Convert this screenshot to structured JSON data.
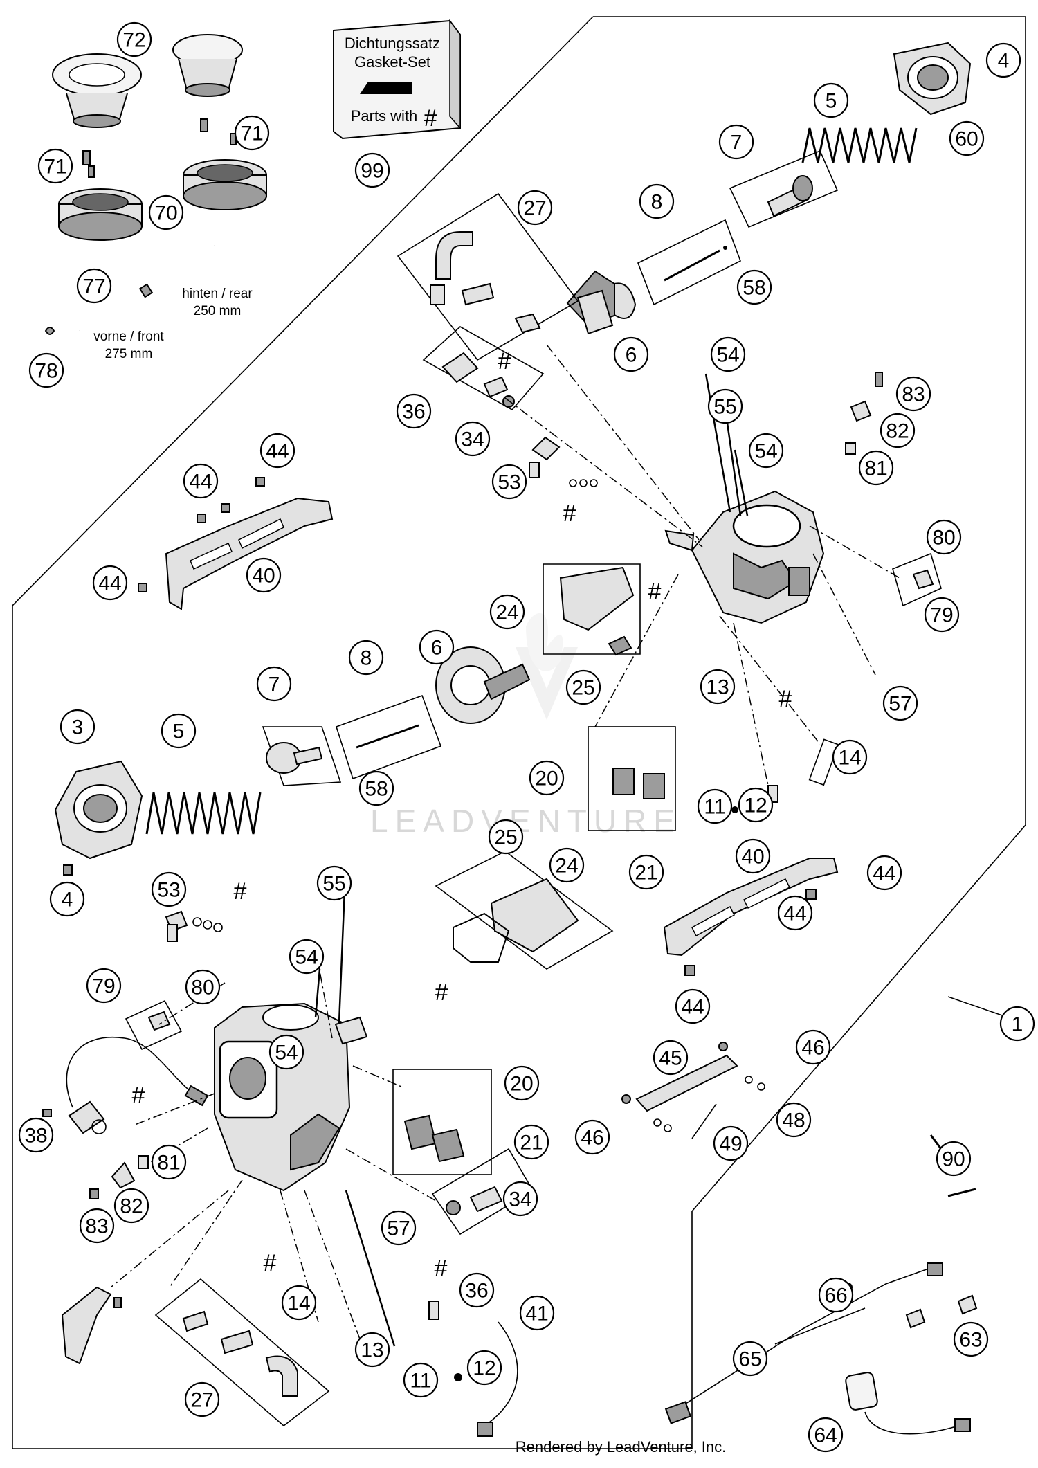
{
  "kit": {
    "line1": "Dichtungssatz",
    "line2": "Gasket-Set",
    "line3": "Parts with",
    "hash": "#"
  },
  "hose_labels": {
    "rear": "hinten / rear",
    "rear_len": "250 mm",
    "front": "vorne / front",
    "front_len": "275 mm"
  },
  "hash_symbol": "#",
  "watermark": "LEADVENTURE",
  "credit": "Rendered by LeadVenture, Inc.",
  "callouts": [
    {
      "id": "c72a",
      "label": "72"
    },
    {
      "id": "c71a",
      "label": "71"
    },
    {
      "id": "c71b",
      "label": "71"
    },
    {
      "id": "c70",
      "label": "70"
    },
    {
      "id": "c99",
      "label": "99"
    },
    {
      "id": "c77",
      "label": "77"
    },
    {
      "id": "c78",
      "label": "78"
    },
    {
      "id": "c4a",
      "label": "4"
    },
    {
      "id": "c5a",
      "label": "5"
    },
    {
      "id": "c60",
      "label": "60"
    },
    {
      "id": "c7a",
      "label": "7"
    },
    {
      "id": "c8a",
      "label": "8"
    },
    {
      "id": "c58a",
      "label": "58"
    },
    {
      "id": "c27a",
      "label": "27"
    },
    {
      "id": "c6a",
      "label": "6"
    },
    {
      "id": "c36a",
      "label": "36"
    },
    {
      "id": "c34a",
      "label": "34"
    },
    {
      "id": "c53a",
      "label": "53"
    },
    {
      "id": "c54a",
      "label": "54"
    },
    {
      "id": "c55a",
      "label": "55"
    },
    {
      "id": "c54b",
      "label": "54"
    },
    {
      "id": "c83a",
      "label": "83"
    },
    {
      "id": "c82a",
      "label": "82"
    },
    {
      "id": "c81a",
      "label": "81"
    },
    {
      "id": "c44a",
      "label": "44"
    },
    {
      "id": "c44b",
      "label": "44"
    },
    {
      "id": "c44c",
      "label": "44"
    },
    {
      "id": "c40a",
      "label": "40"
    },
    {
      "id": "c80a",
      "label": "80"
    },
    {
      "id": "c79a",
      "label": "79"
    },
    {
      "id": "c24a",
      "label": "24"
    },
    {
      "id": "c25a",
      "label": "25"
    },
    {
      "id": "c13a",
      "label": "13"
    },
    {
      "id": "c57a",
      "label": "57"
    },
    {
      "id": "c3",
      "label": "3"
    },
    {
      "id": "c5b",
      "label": "5"
    },
    {
      "id": "c7b",
      "label": "7"
    },
    {
      "id": "c8b",
      "label": "8"
    },
    {
      "id": "c6b",
      "label": "6"
    },
    {
      "id": "c58b",
      "label": "58"
    },
    {
      "id": "c4b",
      "label": "4"
    },
    {
      "id": "c11a",
      "label": "11"
    },
    {
      "id": "c14a",
      "label": "14"
    },
    {
      "id": "c12a",
      "label": "12"
    },
    {
      "id": "c20a",
      "label": "20"
    },
    {
      "id": "c21a",
      "label": "21"
    },
    {
      "id": "c25b",
      "label": "25"
    },
    {
      "id": "c24b",
      "label": "24"
    },
    {
      "id": "c40b",
      "label": "40"
    },
    {
      "id": "c44d",
      "label": "44"
    },
    {
      "id": "c44e",
      "label": "44"
    },
    {
      "id": "c44f",
      "label": "44"
    },
    {
      "id": "c53b",
      "label": "53"
    },
    {
      "id": "c55b",
      "label": "55"
    },
    {
      "id": "c54c",
      "label": "54"
    },
    {
      "id": "c54d",
      "label": "54"
    },
    {
      "id": "c79b",
      "label": "79"
    },
    {
      "id": "c80b",
      "label": "80"
    },
    {
      "id": "c1",
      "label": "1"
    },
    {
      "id": "c45",
      "label": "45"
    },
    {
      "id": "c46a",
      "label": "46"
    },
    {
      "id": "c46b",
      "label": "46"
    },
    {
      "id": "c48",
      "label": "48"
    },
    {
      "id": "c49",
      "label": "49"
    },
    {
      "id": "c20b",
      "label": "20"
    },
    {
      "id": "c21b",
      "label": "21"
    },
    {
      "id": "c38",
      "label": "38"
    },
    {
      "id": "c81b",
      "label": "81"
    },
    {
      "id": "c82b",
      "label": "82"
    },
    {
      "id": "c83b",
      "label": "83"
    },
    {
      "id": "c57b",
      "label": "57"
    },
    {
      "id": "c34b",
      "label": "34"
    },
    {
      "id": "c36b",
      "label": "36"
    },
    {
      "id": "c90",
      "label": "90"
    },
    {
      "id": "c14b",
      "label": "14"
    },
    {
      "id": "c13b",
      "label": "13"
    },
    {
      "id": "c11b",
      "label": "11"
    },
    {
      "id": "c12b",
      "label": "12"
    },
    {
      "id": "c41",
      "label": "41"
    },
    {
      "id": "c27b",
      "label": "27"
    },
    {
      "id": "c66",
      "label": "66"
    },
    {
      "id": "c63",
      "label": "63"
    },
    {
      "id": "c65",
      "label": "65"
    },
    {
      "id": "c64",
      "label": "64"
    }
  ]
}
